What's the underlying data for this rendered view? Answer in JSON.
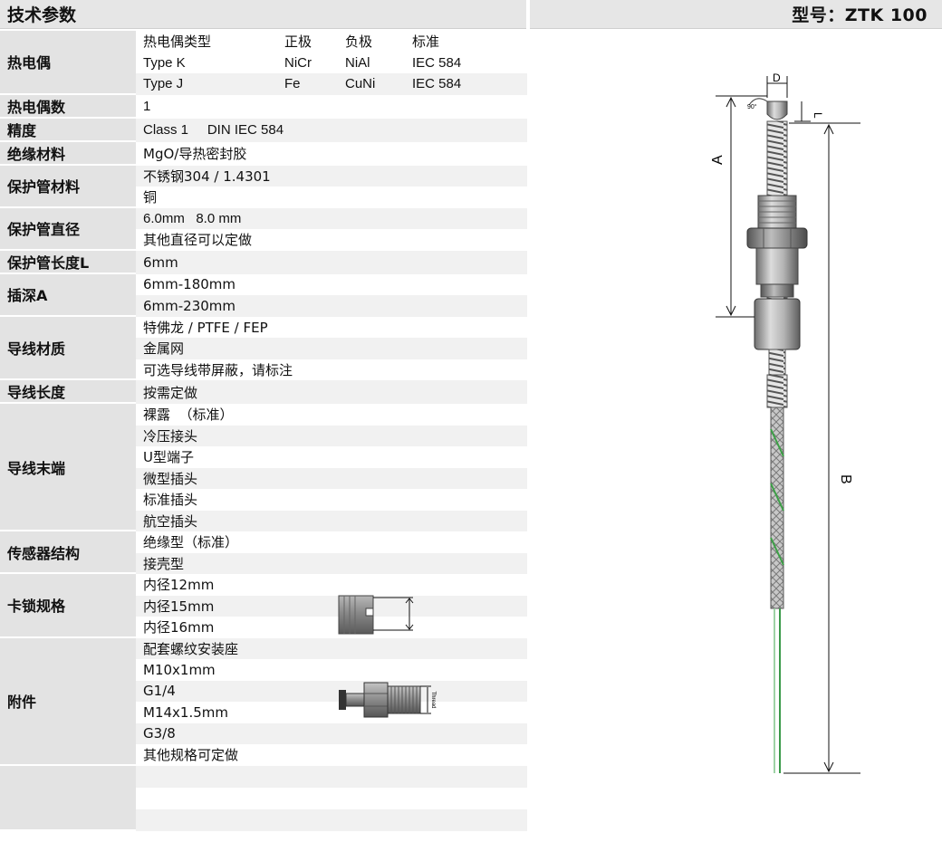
{
  "header": {
    "title": "技术参数",
    "model": "型号：ZTK 100"
  },
  "thermocouple_table": {
    "columns": [
      "热电偶类型",
      "正极",
      "负极",
      "标准"
    ],
    "rows": [
      [
        "Type K",
        "NiCr",
        "NiAl",
        "IEC 584"
      ],
      [
        "Type J",
        "Fe",
        "CuNi",
        "IEC 584"
      ]
    ]
  },
  "specs": {
    "thermocouple": "热电偶",
    "count_label": "热电偶数",
    "count_value": "1",
    "accuracy_label": "精度",
    "accuracy_value": "Class 1     DIN IEC 584",
    "insulation_label": "绝缘材料",
    "insulation_value": "MgO/导热密封胶",
    "sheath_label": "保护管材料",
    "sheath_values": [
      "不锈钢304 / 1.4301",
      "铜"
    ],
    "diameter_label": "保护管直径",
    "diameter_values": [
      "6.0mm   8.0 mm",
      "其他直径可以定做"
    ],
    "length_label": "保护管长度L",
    "length_value": "6mm",
    "depth_label": "插深A",
    "depth_values": [
      "6mm-180mm",
      "6mm-230mm"
    ],
    "wire_material_label": "导线材质",
    "wire_material_values": [
      "特佛龙 / PTFE / FEP",
      "金属网",
      "可选导线带屏蔽，请标注"
    ],
    "wire_length_label": "导线长度",
    "wire_length_value": "按需定做",
    "wire_end_label": "导线末端",
    "wire_end_values": [
      "裸露  （标准）",
      "冷压接头",
      "U型端子",
      "微型插头",
      "标准插头",
      "航空插头"
    ],
    "sensor_label": "传感器结构",
    "sensor_values": [
      "绝缘型（标准）",
      "接壳型"
    ],
    "lock_label": "卡锁规格",
    "lock_values": [
      "内径12mm",
      "内径15mm",
      "内径16mm"
    ],
    "accessory_label": "附件",
    "accessory_values": [
      "配套螺纹安装座",
      "M10x1mm",
      "G1/4",
      "M14x1.5mm",
      "G3/8",
      "其他规格可定做"
    ]
  },
  "diagram": {
    "label_d": "D",
    "label_l": "L",
    "label_a": "A",
    "label_b": "B",
    "label_thread": "Thread"
  }
}
